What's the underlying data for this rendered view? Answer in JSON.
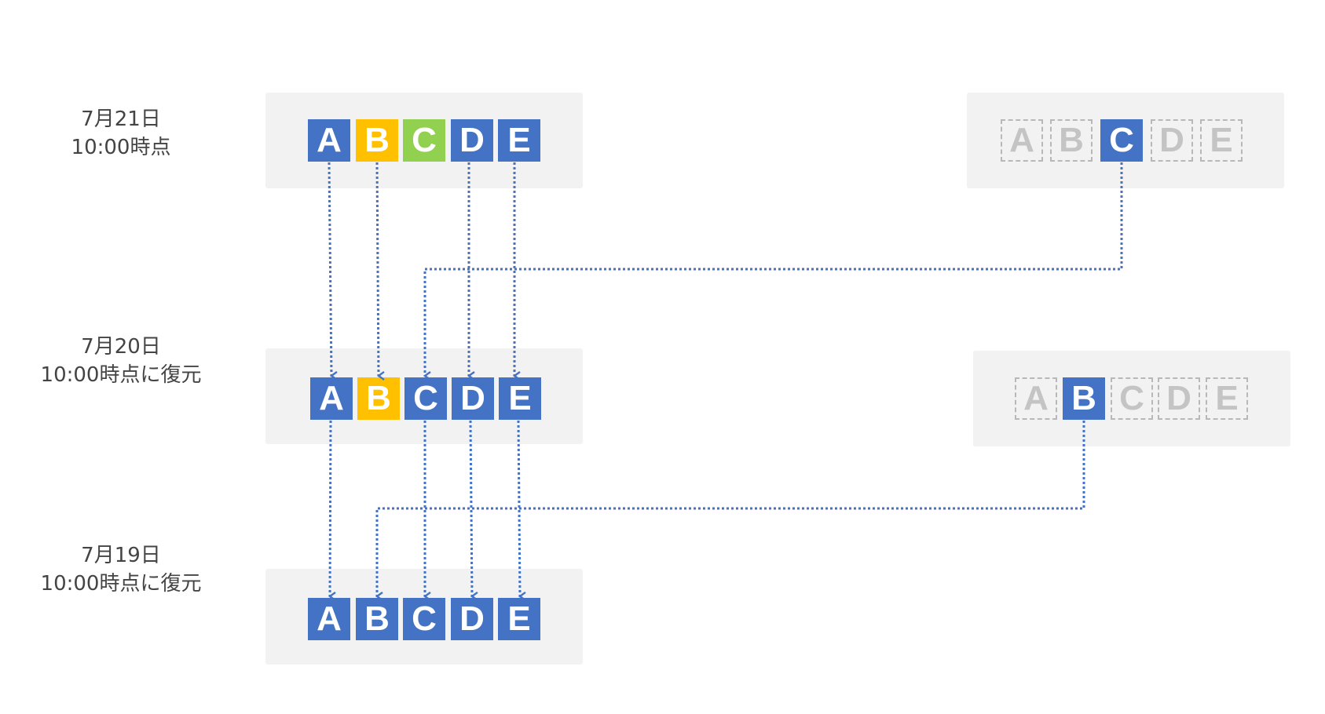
{
  "colors": {
    "blue": "#4472c4",
    "yellow": "#ffc000",
    "green": "#92d050",
    "ghost": "#c4c4c4",
    "panel": "#f2f2f2",
    "arrow": "#4472c4"
  },
  "rows": [
    {
      "label_line1": "7月21日",
      "label_line2": "10:00時点",
      "boxes": [
        {
          "letter": "A",
          "color": "blue"
        },
        {
          "letter": "B",
          "color": "yellow"
        },
        {
          "letter": "C",
          "color": "green"
        },
        {
          "letter": "D",
          "color": "blue"
        },
        {
          "letter": "E",
          "color": "blue"
        }
      ]
    },
    {
      "label_line1": "7月20日",
      "label_line2": "10:00時点に復元",
      "boxes": [
        {
          "letter": "A",
          "color": "blue"
        },
        {
          "letter": "B",
          "color": "yellow"
        },
        {
          "letter": "C",
          "color": "blue"
        },
        {
          "letter": "D",
          "color": "blue"
        },
        {
          "letter": "E",
          "color": "blue"
        }
      ]
    },
    {
      "label_line1": "7月19日",
      "label_line2": "10:00時点に復元",
      "boxes": [
        {
          "letter": "A",
          "color": "blue"
        },
        {
          "letter": "B",
          "color": "blue"
        },
        {
          "letter": "C",
          "color": "blue"
        },
        {
          "letter": "D",
          "color": "blue"
        },
        {
          "letter": "E",
          "color": "blue"
        }
      ]
    }
  ],
  "sources": [
    {
      "boxes": [
        {
          "letter": "A",
          "state": "ghost"
        },
        {
          "letter": "B",
          "state": "ghost"
        },
        {
          "letter": "C",
          "state": "active"
        },
        {
          "letter": "D",
          "state": "ghost"
        },
        {
          "letter": "E",
          "state": "ghost"
        }
      ]
    },
    {
      "boxes": [
        {
          "letter": "A",
          "state": "ghost"
        },
        {
          "letter": "B",
          "state": "active"
        },
        {
          "letter": "C",
          "state": "ghost"
        },
        {
          "letter": "D",
          "state": "ghost"
        },
        {
          "letter": "E",
          "state": "ghost"
        }
      ]
    }
  ]
}
